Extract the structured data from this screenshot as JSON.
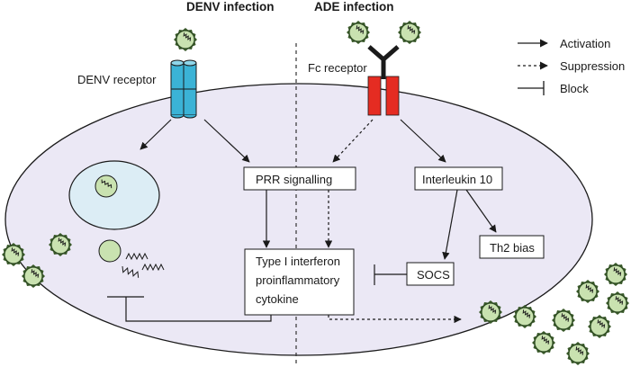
{
  "titles": {
    "left": "DENV infection",
    "right": "ADE infection"
  },
  "receptors": {
    "denv": "DENV receptor",
    "fc": "Fc receptor"
  },
  "legend": {
    "activation": "Activation",
    "suppression": "Suppression",
    "block": "Block"
  },
  "boxes": {
    "prr": "PRR signalling",
    "il10": "Interleukin 10",
    "ifn_line1": "Type I interferon",
    "ifn_line2": "proinflammatory",
    "ifn_line3": "cytokine",
    "socs": "SOCS",
    "th2": "Th2 bias"
  },
  "colors": {
    "cell_fill": "#ebe8f5",
    "nucleus_fill": "#dcedf5",
    "virus_fill": "#c9e2b0",
    "virus_stroke": "#3a5a2a",
    "denv_receptor": "#3bb3d6",
    "fc_receptor": "#e52c22",
    "line": "#1a1a1a"
  }
}
